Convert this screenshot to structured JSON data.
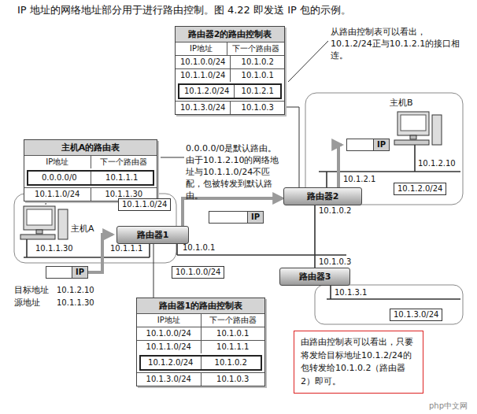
{
  "diagram": {
    "title": "IP 地址的网络地址部分用于进行路由控制。图 4.22 即发送 IP 包的示例。",
    "nodes": [
      {
        "text": [
          "主机A的路由表",
          "IP地址",
          "下一个路由器",
          "0.0.0.0/0",
          "10.1.1.1",
          "10.1.1.0/24",
          "10.1.1.30"
        ]
      },
      {
        "text": [
          "路由器2的路由控制表",
          "IP地址",
          "下一个路由器",
          "10.1.0.0/24",
          "10.1.0.2",
          "10.1.1.0/24",
          "10.1.0.1",
          "10.1.2.0/24",
          "10.1.2.1",
          "10.1.3.0/24",
          "10.1.0.3"
        ]
      },
      {
        "text": [
          "路由器1的路由控制表",
          "IP地址",
          "下一个路由器",
          "10.1.0.0/24",
          "10.1.0.1",
          "10.1.1.0/24",
          "10.1.1.1",
          "10.1.2.0/24",
          "10.1.0.2",
          "10.1.3.0/24",
          "10.1.0.3"
        ]
      },
      {
        "text": [
          "路由器1"
        ]
      },
      {
        "text": [
          "路由器2"
        ]
      },
      {
        "text": [
          "路由器3"
        ]
      },
      {
        "text": [
          "10.1.1.0/24"
        ]
      },
      {
        "text": [
          "10.1.2.0/24"
        ]
      },
      {
        "text": [
          "10.1.0.0/24"
        ]
      },
      {
        "text": [
          "10.1.3.0/24"
        ]
      },
      {
        "text": [
          "IP"
        ]
      },
      {
        "text": [
          "IP"
        ]
      },
      {
        "text": [
          "IP"
        ]
      },
      {
        "text": [
          "由路由控制表可以看出，只要将发给目标地址10.1.2/24的包转发给10.1.0.2（路由器2）即可。"
        ]
      }
    ],
    "edges": [
      {
        "from": 3,
        "to": 4,
        "arrow": "to"
      },
      {
        "from": 1,
        "to": 4,
        "arrow": "none"
      },
      {
        "from": 2,
        "to": 3,
        "arrow": "none"
      }
    ],
    "labels": [
      "0.0.0.0/0是默认路由。由于10.1.2.10的网络地址与10.1.1.0/24不匹配，包被转发到默认路由。",
      "从路由控制表可以看出，10.1.2/24正与10.1.2.1的接口相连。",
      "主机B",
      "10.1.2.10",
      "10.1.2.1",
      "10.1.0.2",
      "主机A",
      "10.1.1.30",
      "10.1.1.1",
      "10.1.0.1",
      "10.1.0.3",
      "10.1.3.1",
      "目标地址",
      "10.1.2.10",
      "源地址",
      "10.1.1.30",
      "php中文网"
    ]
  }
}
